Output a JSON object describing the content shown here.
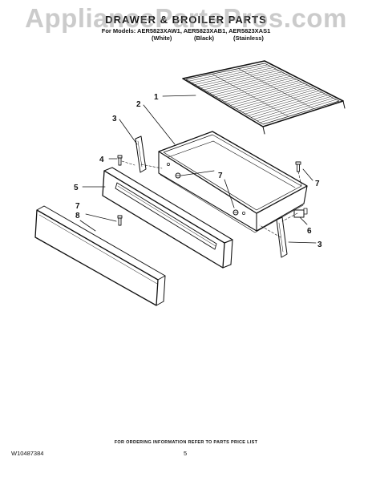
{
  "watermark": "AppliancePartsPros.com",
  "header": {
    "title": "DRAWER & BROILER PARTS",
    "models": "For Models: AER5823XAW1, AER5823XAB1, AER5823XAS1",
    "finishes": [
      "(White)",
      "(Black)",
      "(Stainless)"
    ]
  },
  "callouts": {
    "c1": "1",
    "c2": "2",
    "c3a": "3",
    "c3b": "3",
    "c4": "4",
    "c5": "5",
    "c6": "6",
    "c7a": "7",
    "c7b": "7",
    "c7c": "7",
    "c8": "8"
  },
  "footer": {
    "note": "FOR ORDERING INFORMATION REFER TO PARTS PRICE LIST",
    "doc_id": "W10487384",
    "page": "5"
  }
}
